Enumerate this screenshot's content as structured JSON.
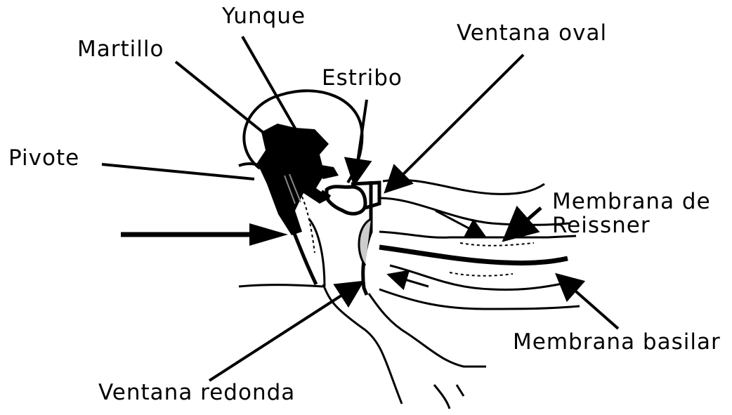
{
  "diagram": {
    "labels": {
      "yunque": "Yunque",
      "martillo": "Martillo",
      "ventana_oval": "Ventana oval",
      "estribo": "Estribo",
      "pivote": "Pivote",
      "membrana_reissner_1": "Membrana de",
      "membrana_reissner_2": "Reissner",
      "membrana_basilar": "Membrana basilar",
      "ventana_redonda": "Ventana redonda"
    },
    "colors": {
      "ink": "#000000",
      "background": "#ffffff"
    }
  }
}
